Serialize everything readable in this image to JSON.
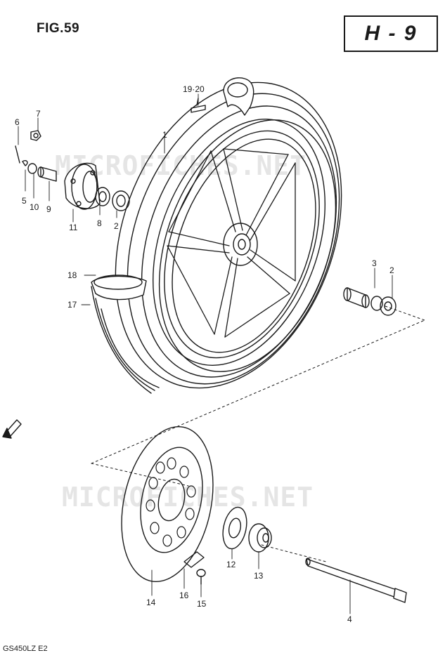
{
  "figure_label": "FIG.59",
  "section_code": "H - 9",
  "footer_code": "GS450LZ E2",
  "watermarks": [
    "MICROFICHES.NET",
    "MICROFICHES.NET"
  ],
  "callouts": {
    "c1": "1",
    "c2a": "2",
    "c2b": "2",
    "c3": "3",
    "c4": "4",
    "c5": "5",
    "c6": "6",
    "c7": "7",
    "c8": "8",
    "c9": "9",
    "c10": "10",
    "c11": "11",
    "c12": "12",
    "c13": "13",
    "c14": "14",
    "c15": "15",
    "c16": "16",
    "c17": "17",
    "c18": "18",
    "c1920": "19·20"
  }
}
